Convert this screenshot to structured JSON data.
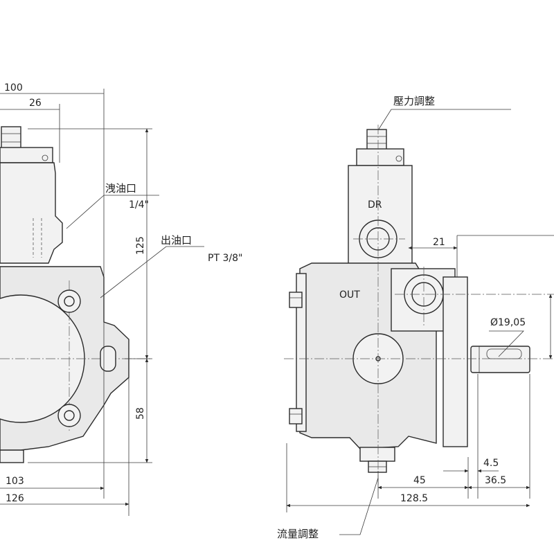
{
  "side_view": {
    "dims": {
      "total_width": "100",
      "top_offset": "26",
      "height_upper": "125",
      "height_lower": "58",
      "base_inner": "103",
      "base_outer": "126"
    },
    "labels": {
      "drain_port": "洩油口",
      "drain_size": "1/4\"",
      "outlet_port": "出油口",
      "outlet_size": "PT 3/8\""
    }
  },
  "front_view": {
    "labels": {
      "pressure_adjust": "壓力調整",
      "flow_adjust": "流量調整",
      "dr_port": "DR",
      "out_port": "OUT"
    },
    "dims": {
      "port_offset": "21",
      "shaft_diameter": "Ø19,05",
      "key_width": "4.5",
      "center_to_flange": "45",
      "shaft_length": "36.5",
      "overall_length": "128.5"
    }
  }
}
